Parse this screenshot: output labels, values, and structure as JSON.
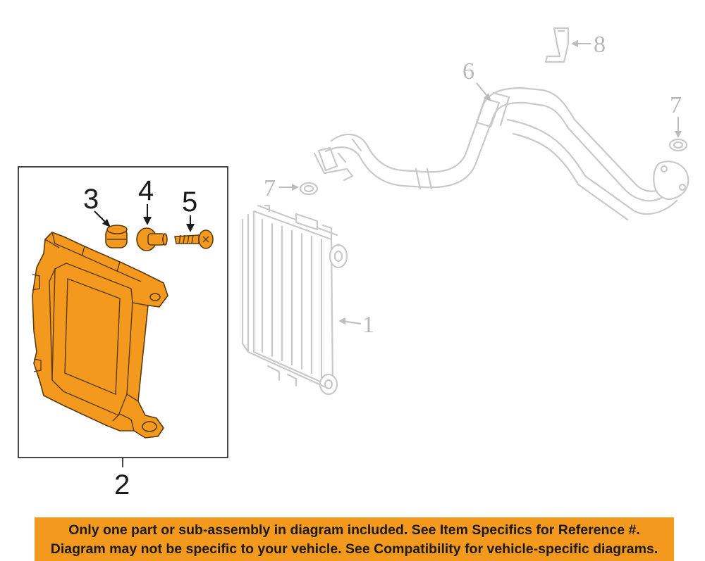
{
  "callouts": {
    "c1": "1",
    "c2": "2",
    "c3": "3",
    "c4": "4",
    "c5": "5",
    "c6": "6",
    "c7a": "7",
    "c7b": "7",
    "c8": "8"
  },
  "colors": {
    "highlight": "#f39a1e",
    "ghost_lines": "#c9c9c9",
    "banner": "#f39a1e"
  },
  "banner": {
    "line1": "Only one part or sub-assembly in diagram included. See Item Specifics for Reference #.",
    "line2": "Diagram may not be specific to your vehicle. See Compatibility for vehicle-specific diagrams."
  }
}
